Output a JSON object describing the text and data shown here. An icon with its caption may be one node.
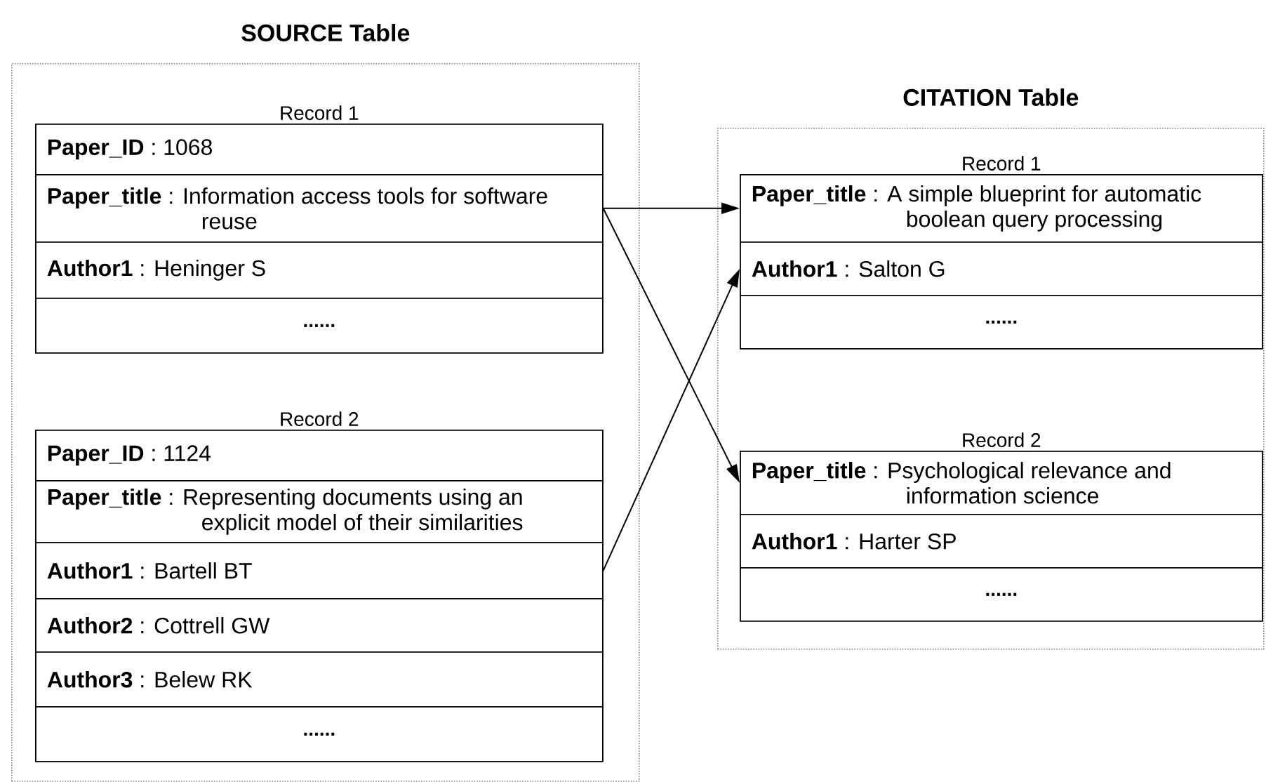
{
  "diagram": {
    "nodes": [
      {
        "text": [
          "SOURCE Table"
        ]
      },
      {
        "text": [
          "Record 1"
        ],
        "in": 0
      },
      {
        "text": [
          "**Paper_ID** : 1068"
        ],
        "in": 1
      },
      {
        "text": [
          "**Paper_title** : Information access tools for software reuse"
        ],
        "in": 1
      },
      {
        "text": [
          "**Author1** : Heninger S"
        ],
        "in": 1
      },
      {
        "text": [
          "......"
        ],
        "in": 1
      },
      {
        "text": [
          "Record 2"
        ],
        "in": 0
      },
      {
        "text": [
          "**Paper_ID** : 1124"
        ],
        "in": 6
      },
      {
        "text": [
          "**Paper_title** : Representing documents using an explicit model of their similarities"
        ],
        "in": 6
      },
      {
        "text": [
          "**Author1** : Bartell BT"
        ],
        "in": 6
      },
      {
        "text": [
          "**Author2** : Cottrell GW"
        ],
        "in": 6
      },
      {
        "text": [
          "**Author3** : Belew RK"
        ],
        "in": 6
      },
      {
        "text": [
          "......"
        ],
        "in": 6
      },
      {
        "text": [
          "CITATION Table"
        ]
      },
      {
        "text": [
          "Record 1"
        ],
        "in": 13
      },
      {
        "text": [
          "**Paper_title** : A simple blueprint for automatic boolean query processing"
        ],
        "in": 14
      },
      {
        "text": [
          "**Author1** : Salton G"
        ],
        "in": 14
      },
      {
        "text": [
          "......"
        ],
        "in": 14
      },
      {
        "text": [
          "Record 2"
        ],
        "in": 13
      },
      {
        "text": [
          "**Paper_title** : Psychological relevance and information science"
        ],
        "in": 18
      },
      {
        "text": [
          "**Author1** : Harter SP"
        ],
        "in": 18
      },
      {
        "text": [
          "......"
        ],
        "in": 18
      }
    ],
    "edges": [
      {
        "from": 3,
        "to": 15,
        "arrow": "to"
      },
      {
        "from": 3,
        "to": 19,
        "arrow": "to"
      },
      {
        "from": 9,
        "to": 16,
        "arrow": "to"
      }
    ]
  }
}
